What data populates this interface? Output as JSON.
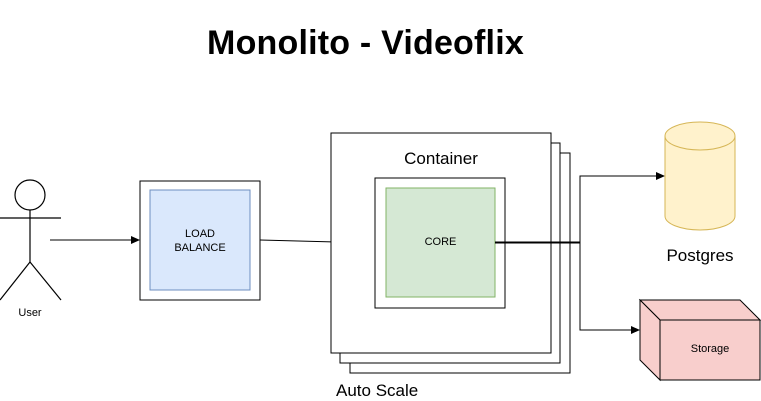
{
  "title": "Monolito - Videoflix",
  "nodes": {
    "user": {
      "label": "User"
    },
    "load_balance": {
      "label_line1": "LOAD",
      "label_line2": "BALANCE"
    },
    "container": {
      "label": "Container"
    },
    "core": {
      "label": "CORE"
    },
    "auto_scale": {
      "label": "Auto Scale"
    },
    "postgres": {
      "label": "Postgres"
    },
    "storage": {
      "label": "Storage"
    }
  },
  "colors": {
    "load_balance_fill": "#dae8fc",
    "load_balance_stroke": "#6c8ebf",
    "core_fill": "#d5e8d4",
    "core_stroke": "#82b366",
    "postgres_fill": "#fff2cc",
    "postgres_stroke": "#d6b656",
    "storage_fill": "#f8cecc",
    "storage_stroke": "#b85450"
  },
  "edges": [
    {
      "from": "user",
      "to": "load_balance"
    },
    {
      "from": "load_balance",
      "to": "container"
    },
    {
      "from": "core",
      "to": "postgres"
    },
    {
      "from": "core",
      "to": "storage"
    }
  ]
}
